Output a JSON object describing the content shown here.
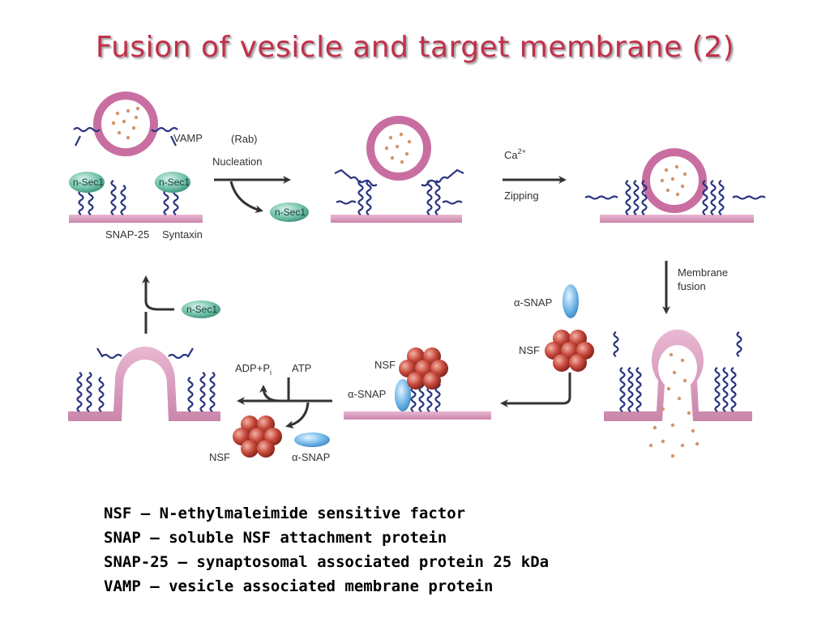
{
  "title": "Fusion of vesicle and target membrane (2)",
  "labels": {
    "vamp": "VAMP",
    "rab": "(Rab)",
    "nucleation": "Nucleation",
    "nsec1": "n-Sec1",
    "snap25": "SNAP-25",
    "syntaxin": "Syntaxin",
    "ca": "Ca",
    "ca_sup": "2+",
    "zipping": "Zipping",
    "membrane": "Membrane",
    "fusion": "fusion",
    "alpha_snap": "α-SNAP",
    "nsf": "NSF",
    "adp": "ADP+P",
    "adp_sub": "i",
    "atp": "ATP"
  },
  "legend": [
    "NSF – N-ethylmaleimide sensitive factor",
    "SNAP – soluble NSF attachment protein",
    "SNAP-25 – synaptosomal associated protein 25 kDa",
    "VAMP – vesicle associated membrane protein"
  ],
  "colors": {
    "title": "#c0304a",
    "membrane": "#d98fb6",
    "vesicle": "#c96ea0",
    "coil": "#2a3580",
    "nsec1": "#6cbfa8",
    "nsf": "#c0473a",
    "alpha_snap": "#6fb6e6"
  }
}
